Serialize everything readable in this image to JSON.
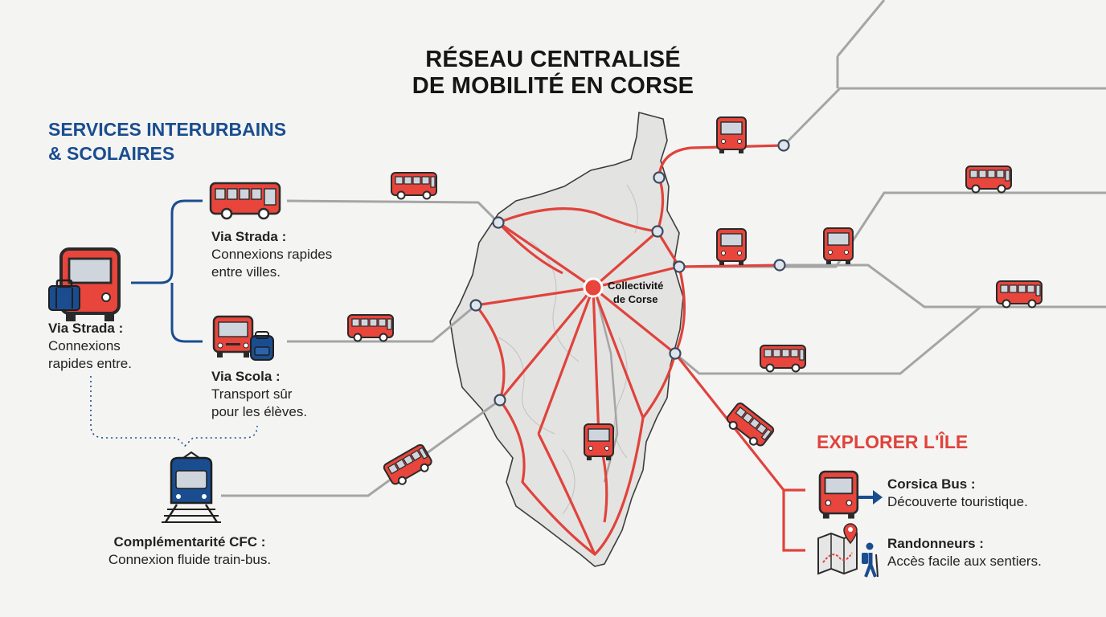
{
  "title": {
    "line1": "RÉSEAU CENTRALISÉ",
    "line2": "DE MOBILITÉ EN CORSE"
  },
  "left_section": {
    "heading_line1": "SERVICES INTERURBAINS",
    "heading_line2": "& SCOLAIRES",
    "strada_main": {
      "label": "Via Strada :",
      "desc_line1": "Connexions",
      "desc_line2": "rapides entre."
    },
    "strada": {
      "label": "Via Strada :",
      "desc_line1": "Connexions rapides",
      "desc_line2": "entre villes."
    },
    "scola": {
      "label": "Via Scola :",
      "desc_line1": "Transport sûr",
      "desc_line2": "pour les élèves."
    },
    "cfc": {
      "label": "Complémentarité CFC :",
      "desc": "Connexion fluide train-bus."
    }
  },
  "hub": {
    "line1": "Collectivité",
    "line2": "de Corse"
  },
  "right_section": {
    "heading": "EXPLORER L'ÎLE",
    "corsica_bus": {
      "label": "Corsica Bus :",
      "desc": "Découverte touristique."
    },
    "randonneurs": {
      "label": "Randonneurs :",
      "desc": "Accès facile aux sentiers."
    }
  },
  "colors": {
    "accent_red": "#e0433b",
    "accent_blue": "#1a4d8f",
    "gray_line": "#a5a5a5"
  },
  "icons": [
    "bus-front-icon",
    "luggage-icon",
    "bus-side-icon",
    "school-bus-icon",
    "backpack-icon",
    "train-icon",
    "arrow-right-icon",
    "map-pin-icon",
    "hiker-icon"
  ]
}
